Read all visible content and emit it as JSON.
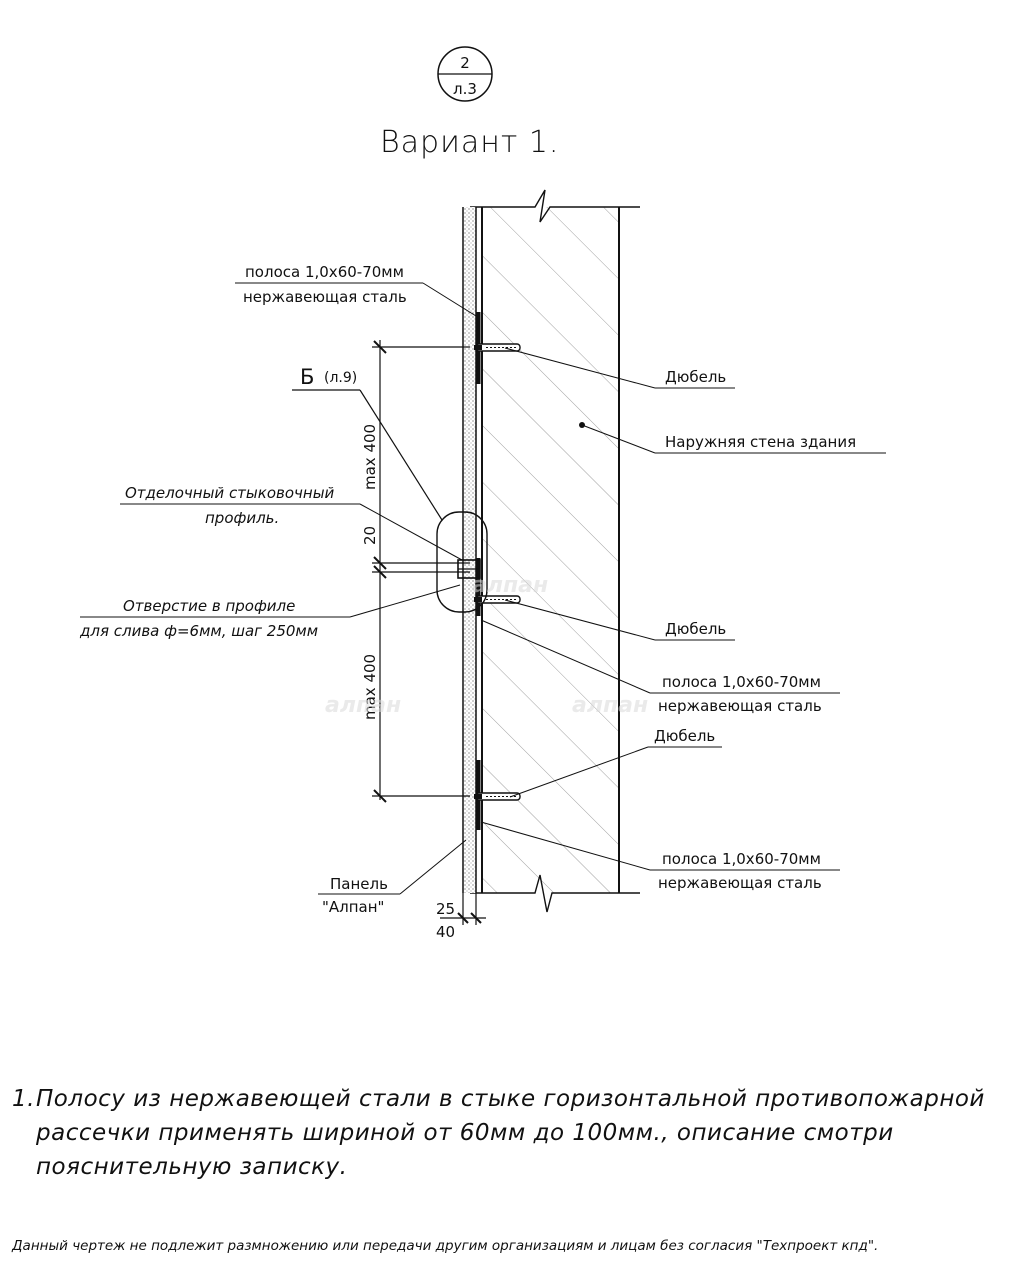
{
  "sheet_ref": {
    "number": "2",
    "sheet": "л.3"
  },
  "title": "Вариант 1.",
  "labels": {
    "strip_top_1": "полоса 1,0х60-70мм",
    "strip_top_2": "нержавеющая сталь",
    "detail_b": "Б",
    "detail_b_sheet": "(л.9)",
    "profile_1": "Отделочный стыковочный",
    "profile_2": "профиль.",
    "hole_1": "Отверстие в профиле",
    "hole_2": "для слива ф=6мм, шаг 250мм",
    "panel_1": "Панель",
    "panel_2": "\"Алпан\"",
    "dowel_1": "Дюбель",
    "wall": "Наружняя стена здания",
    "dowel_2": "Дюбель",
    "strip_mid_1": "полоса 1,0х60-70мм",
    "strip_mid_2": "нержавеющая сталь",
    "dowel_3": "Дюбель",
    "strip_bot_1": "полоса 1,0х60-70мм",
    "strip_bot_2": "нержавеющая сталь"
  },
  "dimensions": {
    "upper": "max 400",
    "gap": "20",
    "lower": "max 400",
    "panel_thickness": "25",
    "total_thickness": "40"
  },
  "watermark": "алпан",
  "note": {
    "number": "1.",
    "line1": "Полосу из нержавеющей стали в стыке горизонтальной противопожарной",
    "line2": "рассечки применять шириной от 60мм до 100мм., описание смотри",
    "line3": "пояснительную записку."
  },
  "footer": "Данный чертеж не подлежит размножению или передачи другим организациям и лицам без согласия \"Техпроект кпд\"."
}
